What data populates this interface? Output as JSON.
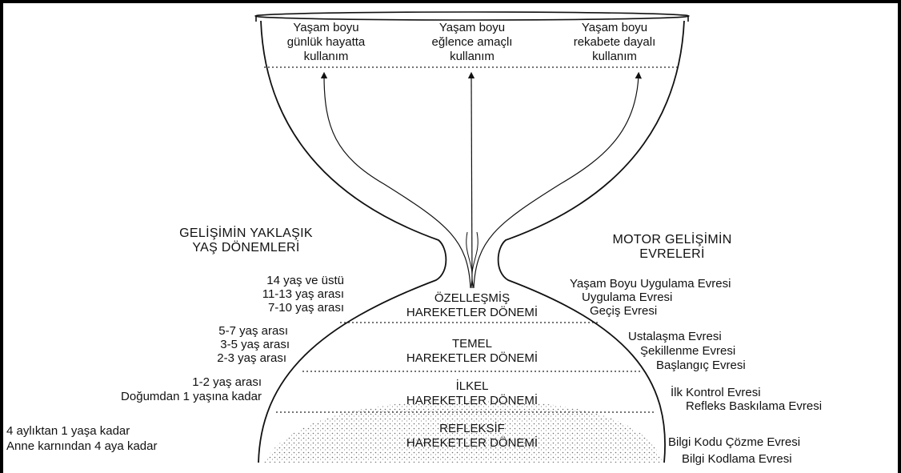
{
  "top_uses": [
    "Yaşam boyu\ngünlük hayatta\nkullanım",
    "Yaşam boyu\neğlence amaçlı\nkullanım",
    "Yaşam boyu\nrekabete dayalı\nkullanım"
  ],
  "left_heading": "GELİŞİMİN YAKLAŞIK\nYAŞ DÖNEMLERİ",
  "right_heading": "MOTOR GELİŞİMİN\nEVRELERİ",
  "phases": [
    {
      "name": "ÖZELLEŞMİŞ\nHAREKETLER DÖNEMİ",
      "ages": [
        "14 yaş ve üstü",
        "11-13 yaş arası",
        "7-10 yaş arası"
      ],
      "stages": [
        "Yaşam Boyu Uygulama Evresi",
        "Uygulama Evresi",
        "Geçiş Evresi"
      ]
    },
    {
      "name": "TEMEL\nHAREKETLER DÖNEMİ",
      "ages": [
        "5-7 yaş arası",
        "3-5 yaş arası",
        "2-3 yaş arası"
      ],
      "stages": [
        "Ustalaşma Evresi",
        "Şekillenme Evresi",
        "Başlangıç Evresi"
      ]
    },
    {
      "name": "İLKEL\nHAREKETLER DÖNEMİ",
      "ages": [
        "1-2 yaş arası",
        "Doğumdan 1 yaşına kadar"
      ],
      "stages": [
        "İlk Kontrol Evresi",
        "Refleks Baskılama Evresi"
      ]
    },
    {
      "name": "REFLEKSİF\nHAREKETLER DÖNEMİ",
      "ages": [
        "4 aylıktan 1 yaşa kadar",
        "Anne karnından 4 aya kadar"
      ],
      "stages": [
        "Bilgi Kodu Çözme Evresi",
        "Bilgi Kodlama  Evresi"
      ]
    }
  ]
}
